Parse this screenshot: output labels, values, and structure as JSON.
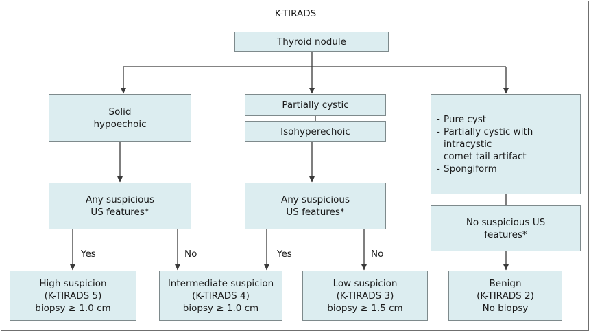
{
  "title": "K-TIRADS",
  "root": "Thyroid nodule",
  "branch_solid": {
    "line1": "Solid",
    "line2": "hypoechoic"
  },
  "branch_partial": {
    "top": "Partially cystic",
    "bottom": "Isohyperechoic"
  },
  "branch_benign_list": [
    {
      "line1": "Pure cyst"
    },
    {
      "line1": "Partially cystic with intracystic",
      "line2": "comet tail artifact"
    },
    {
      "line1": "Spongiform"
    }
  ],
  "question_left": {
    "line1": "Any suspicious",
    "line2": "US features*"
  },
  "question_middle": {
    "line1": "Any suspicious",
    "line2": "US features*"
  },
  "no_suspicious": {
    "line1": "No suspicious US",
    "line2": "features*"
  },
  "edge_labels": {
    "yes": "Yes",
    "no": "No"
  },
  "outcomes": [
    {
      "line1": "High suspicion",
      "line2": "(K-TIRADS 5)",
      "line3": "biopsy ≥ 1.0 cm"
    },
    {
      "line1": "Intermediate suspicion",
      "line2": "(K-TIRADS 4)",
      "line3": "biopsy ≥ 1.0 cm"
    },
    {
      "line1": "Low suspicion",
      "line2": "(K-TIRADS 3)",
      "line3": "biopsy ≥ 1.5 cm"
    },
    {
      "line1": "Benign",
      "line2": "(K-TIRADS 2)",
      "line3": "No biopsy"
    }
  ],
  "colors": {
    "box_fill": "#dcedf0",
    "box_border": "#7e8a8c",
    "line": "#3a3a3a"
  }
}
